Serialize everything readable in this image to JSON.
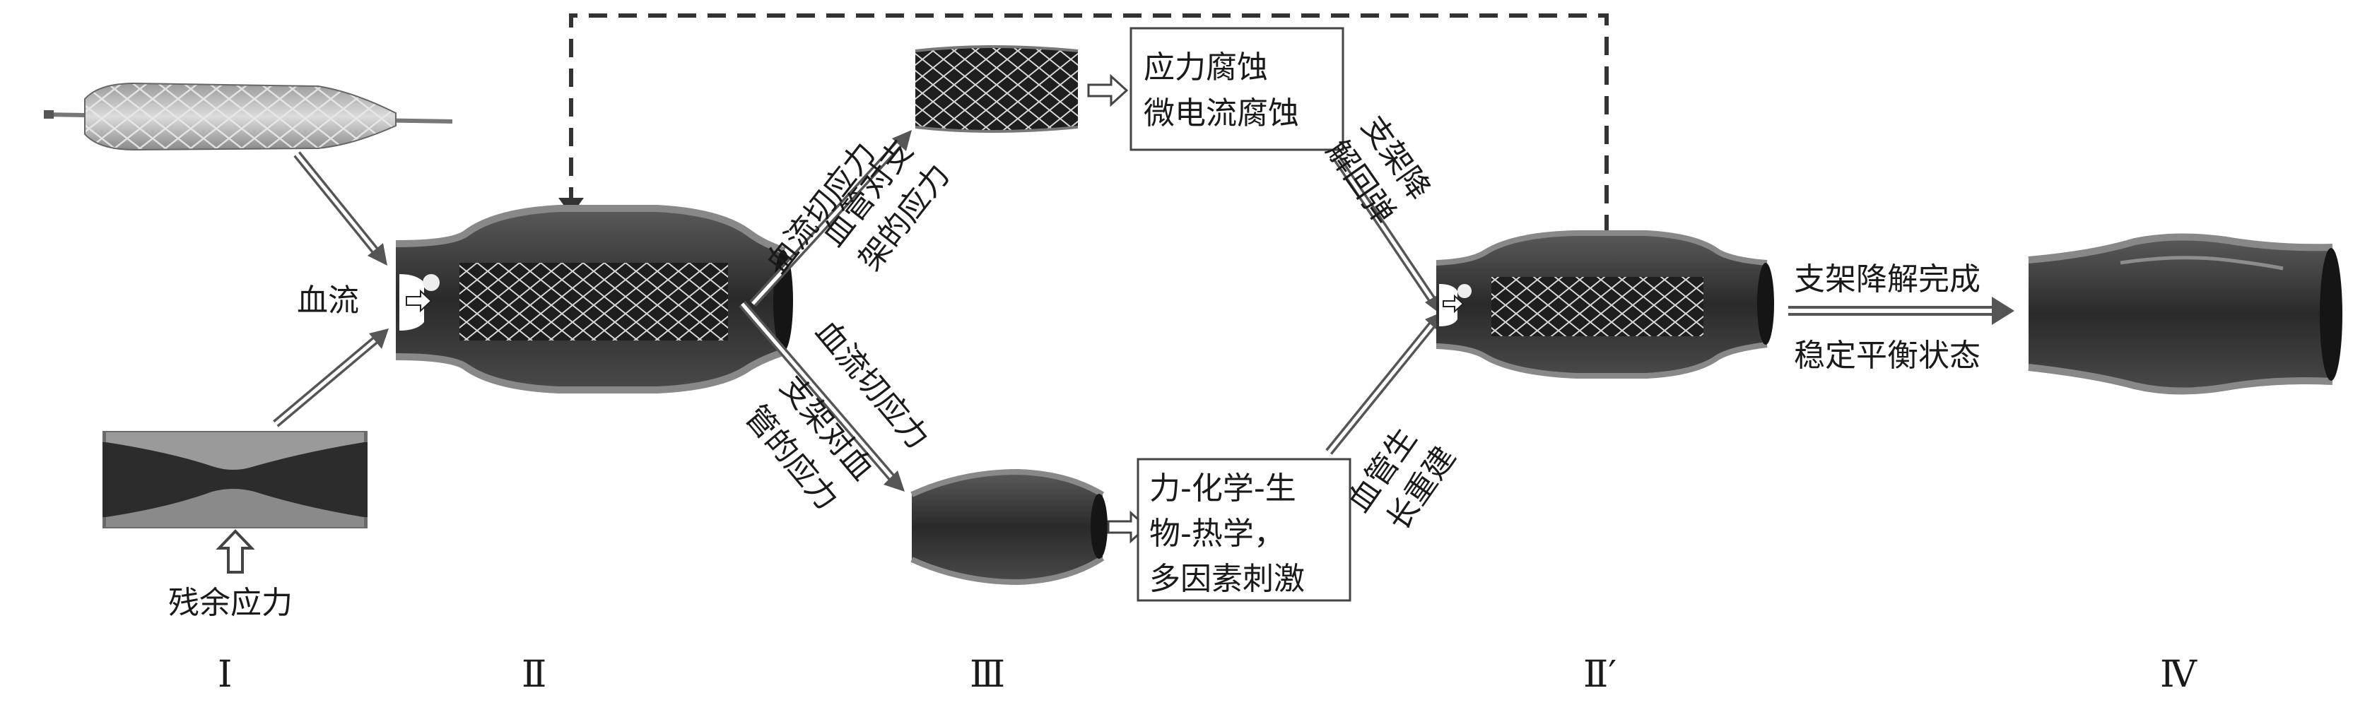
{
  "labels": {
    "blood_flow": "血流",
    "residual_stress": "残余应力",
    "upper_shear_stress": "血流切应力",
    "vessel_on_stent_stress": [
      "血管对支",
      "架的应力"
    ],
    "lower_shear_stress": "血流切应力",
    "stent_on_vessel_stress": [
      "支架对血",
      "管的应力"
    ],
    "stent_degradation_rebound": [
      "支架降",
      "解回弹"
    ],
    "vessel_growth_remodeling": [
      "血管生",
      "长重建"
    ],
    "degradation_complete": "支架降解完成",
    "stable_equilibrium": "稳定平衡状态"
  },
  "boxes": {
    "corrosion": [
      "应力腐蚀",
      "微电流腐蚀"
    ],
    "multifactor": [
      "力-化学-生",
      "物-热学，",
      "多因素刺激"
    ]
  },
  "stages": [
    "Ⅰ",
    "Ⅱ",
    "Ⅲ",
    "Ⅱ′",
    "Ⅳ"
  ]
}
